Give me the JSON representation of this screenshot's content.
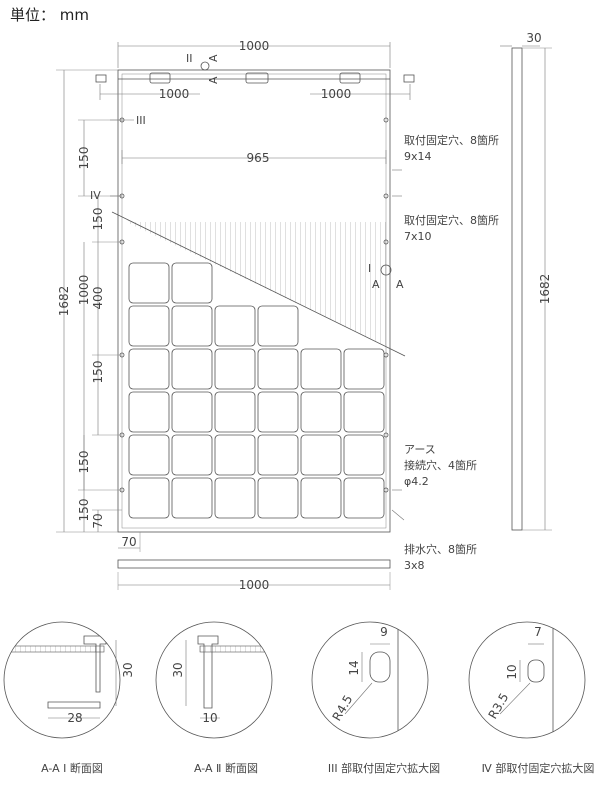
{
  "unit_label": "単位： mm",
  "dims": {
    "top_width": "1000",
    "side_depth": "30",
    "cable_left": "1000",
    "cable_right": "1000",
    "mount_span": "965",
    "height_left": "1682",
    "height_side": "1682",
    "v150a": "150",
    "v150b": "150",
    "v1000": "1000",
    "v400": "400",
    "v150c": "150",
    "v150d": "150",
    "v150e": "150",
    "v70": "70",
    "h70": "70",
    "bottom_width": "1000"
  },
  "markers": {
    "II": "II",
    "A1": "A",
    "A2": "A",
    "III": "III",
    "IV": "IV",
    "I": "I",
    "A3": "A",
    "A4": "A"
  },
  "notes": {
    "mount1_l1": "取付固定穴、8箇所",
    "mount1_l2": "9x14",
    "mount2_l1": "取付固定穴、8箇所",
    "mount2_l2": "7x10",
    "earth_l1": "アース",
    "earth_l2": "接続穴、4箇所",
    "earth_l3": "φ4.2",
    "drain_l1": "排水穴、8箇所",
    "drain_l2": "3x8"
  },
  "details": {
    "d1_h": "30",
    "d1_w": "28",
    "d1_caption": "A-A Ⅰ 断面図",
    "d2_h": "30",
    "d2_w": "10",
    "d2_caption": "A-A Ⅱ 断面図",
    "d3_w": "9",
    "d3_h": "14",
    "d3_r": "R4.5",
    "d3_caption": "III 部取付固定穴拡大図",
    "d4_w": "7",
    "d4_h": "10",
    "d4_r": "R3.5",
    "d4_caption": "Ⅳ 部取付固定穴拡大図"
  },
  "colors": {
    "line": "#555555",
    "text": "#444444"
  }
}
